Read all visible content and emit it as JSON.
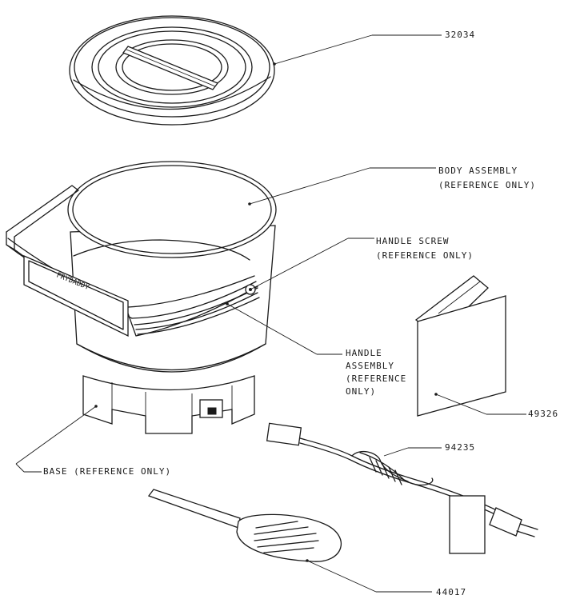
{
  "labels": {
    "lid": "32034",
    "body": "BODY ASSEMBLY",
    "body_ref": "(REFERENCE ONLY)",
    "screw": "HANDLE SCREW",
    "screw_ref": "(REFERENCE ONLY)",
    "handle_1": "HANDLE",
    "handle_2": "ASSEMBLY",
    "handle_3": "(REFERENCE",
    "handle_4": "ONLY)",
    "manual": "49326",
    "cord": "94235",
    "base": "BASE (REFERENCE ONLY)",
    "spoon": "44017"
  },
  "handle_brand": "FRYDADDY"
}
